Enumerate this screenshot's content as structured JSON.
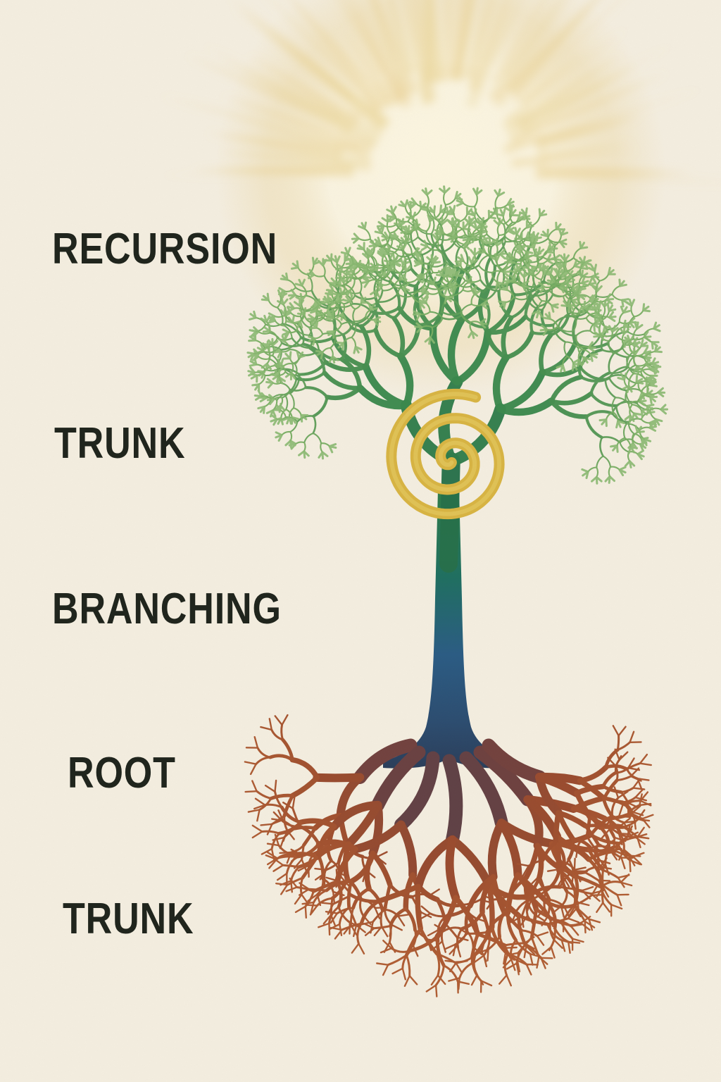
{
  "poster": {
    "labels": [
      {
        "text": "RECURSION"
      },
      {
        "text": "TRUNK"
      },
      {
        "text": "BRANCHING"
      },
      {
        "text": "ROOT"
      },
      {
        "text": "TRUNK"
      }
    ],
    "colors": {
      "background": "#f4eee0",
      "label_text": "#20251d",
      "glow_core": "#fdf7e0",
      "glow_ray": "#e9d08d",
      "canopy_dark": "#26704a",
      "canopy_mid": "#3c894d",
      "canopy_tip": "#79ad63",
      "canopy_bud": "#8ab871",
      "trunk_green": "#2e7c4b",
      "trunk_teal": "#1f6f60",
      "trunk_blue": "#2b5c84",
      "trunk_blue_deep": "#2c4d70",
      "trunk_navy": "#2b3d59",
      "root_navy": "#33405b",
      "root_maroon": "#6e4140",
      "root_rust": "#9c4d2e",
      "root_rust_light": "#b05e34",
      "spiral_gold": "#d8b443",
      "spiral_highlight": "#e8cd66"
    }
  }
}
